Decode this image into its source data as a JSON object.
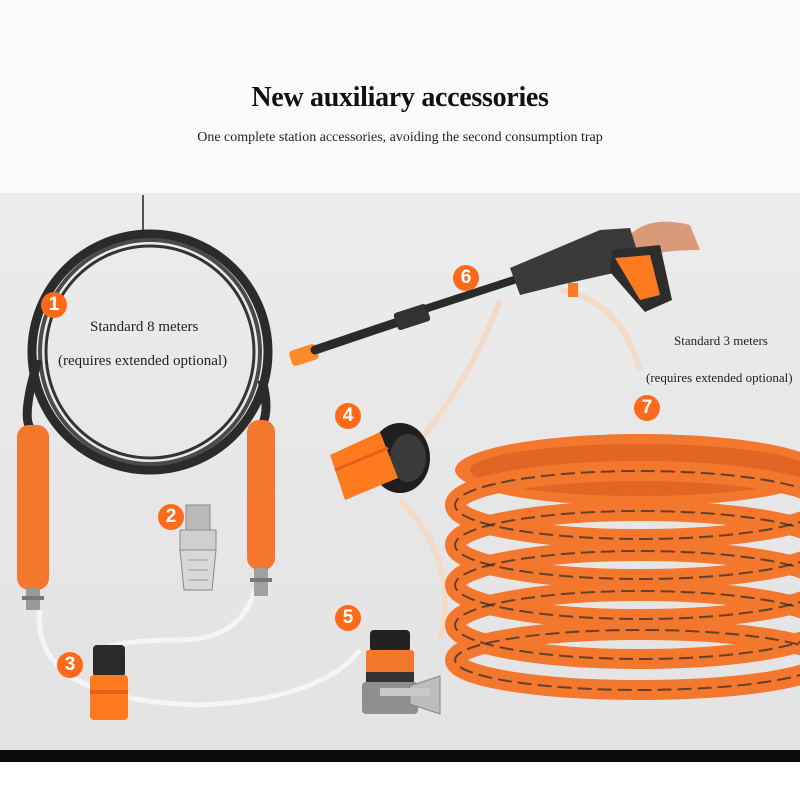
{
  "header": {
    "title": "New auxiliary accessories",
    "subtitle": "One complete station accessories, avoiding the second consumption trap"
  },
  "labels": {
    "hose_length": "Standard 8 meters",
    "hose_optional": "(requires extended optional)",
    "pipe_length": "Standard 3 meters",
    "pipe_optional": "(requires extended optional)"
  },
  "items": [
    {
      "number": "1",
      "icon": "high-pressure-hose"
    },
    {
      "number": "2",
      "icon": "hose-connector"
    },
    {
      "number": "3",
      "icon": "quick-connector"
    },
    {
      "number": "4",
      "icon": "tap-adapter"
    },
    {
      "number": "5",
      "icon": "faucet-connector"
    },
    {
      "number": "6",
      "icon": "spray-gun"
    },
    {
      "number": "7",
      "icon": "water-inlet-pipe"
    }
  ],
  "colors": {
    "accent": "#ff6a1a",
    "hose_orange": "#f4772e",
    "hose_black": "#3a3a3a"
  }
}
